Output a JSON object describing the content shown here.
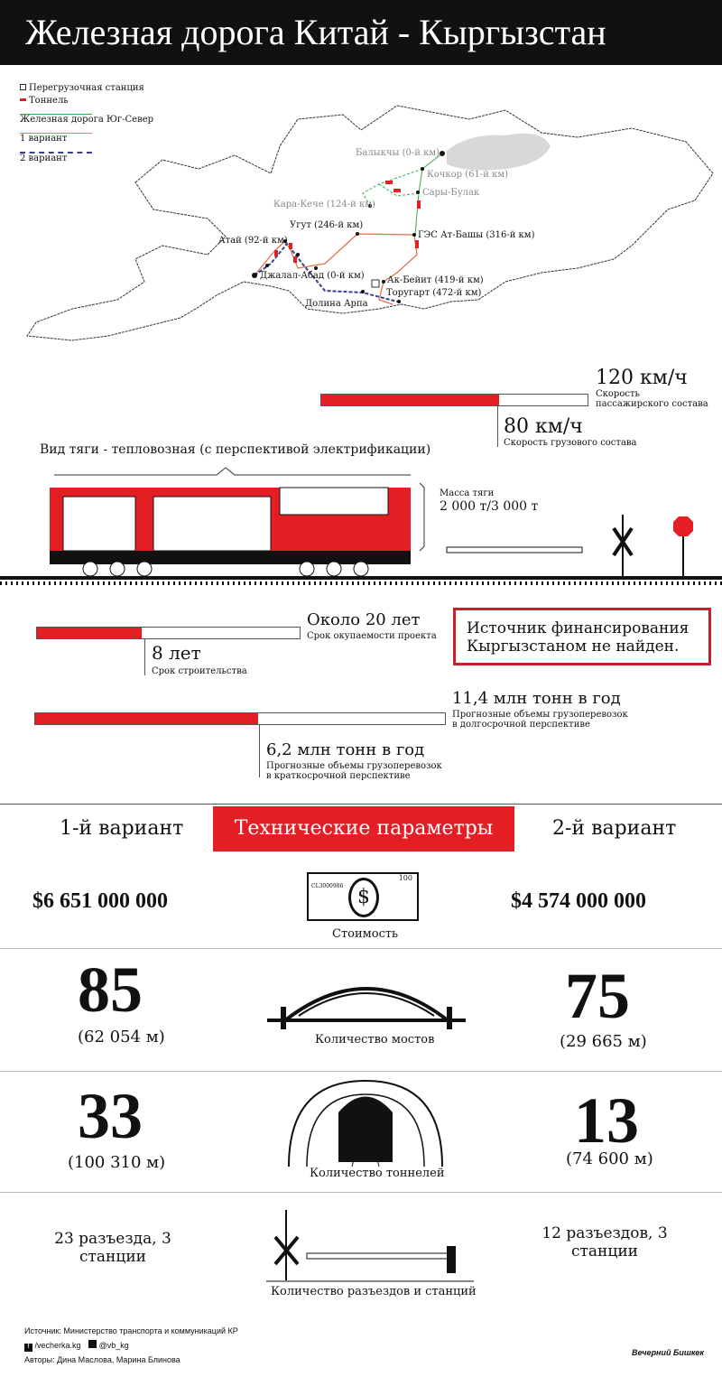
{
  "title": "Железная дорога Китай - Кыргызстан",
  "legend": {
    "transfer": "Перегрузочная станция",
    "tunnel": "Тоннель",
    "north_south": "Железная дорога Юг-Север",
    "v1": "1 вариант",
    "v2": "2 вариант"
  },
  "map": {
    "stations": {
      "balykchy": "Балыкчы (0-й км)",
      "kochkor": "Кочкор (61-й км)",
      "sary_bulak": "Сары-Булак",
      "kara_keche": "Кара-Кече (124-й км)",
      "ges": "ГЭС Ат-Башы (316-й км)",
      "ugut": "Угут (246-й км)",
      "atai": "Атай (92-й км)",
      "jalal": "Джалал-Абад (0-й км)",
      "ak_beyit": "Ак-Бейит (419-й км)",
      "torugart": "Торугарт (472-й км)",
      "arpa": "Долина Арпа"
    }
  },
  "colors": {
    "accent": "#e31e24",
    "green": "#3aa84a",
    "blue": "#3a3f8f"
  },
  "speed": {
    "passenger_value": "120 км/ч",
    "passenger_label": "Скорость пассажирского состава",
    "cargo_value": "80 км/ч",
    "cargo_label": "Скорость грузового состава",
    "ratio": 0.667
  },
  "traction": {
    "type": "Вид тяги - тепловозная (с перспективой электрификации)",
    "mass_label": "Масса тяги",
    "mass_value": "2 000 т/3 000 т"
  },
  "payback": {
    "value": "Около 20 лет",
    "label": "Срок окупаемости проекта",
    "build_value": "8 лет",
    "build_label": "Срок строительства",
    "ratio": 0.4
  },
  "funding": "Источник финансирования Кыргызстаном не найден.",
  "cargo": {
    "long_value": "11,4 млн тонн в год",
    "long_label": "Прогнозные объемы грузоперевозок в долгосрочной перспективе",
    "short_value": "6,2 млн тонн в год",
    "short_label": "Прогнозные объемы грузоперевозок в краткосрочной перспективе",
    "ratio": 0.544
  },
  "params": {
    "v1": "1-й вариант",
    "title": "Технические параметры",
    "v2": "2-й вариант"
  },
  "cost": {
    "v1": "$6 651 000 000",
    "label": "Стоимость",
    "v2": "$4  574 000 000",
    "note_num": "100",
    "note_serial": "CL3000986"
  },
  "bridges": {
    "v1": "85",
    "v1_len": "(62 054 м)",
    "label": "Количество мостов",
    "v2": "75",
    "v2_len": "(29 665 м)"
  },
  "tunnels": {
    "v1": "33",
    "v1_len": "(100 310 м)",
    "label": "Количество тоннелей",
    "v2": "13",
    "v2_len": "(74 600 м)"
  },
  "sidings": {
    "v1": "23 разъезда, 3 станции",
    "label": "Количество разъездов и станций",
    "v2": "12 разъездов, 3 станции"
  },
  "footer": {
    "source": "Источник: Министерство транспорта и коммуникаций КР",
    "facebook": "/vecherka.kg",
    "twitter": "@vb_kg",
    "authors": "Авторы: Дина Маслова, Марина Блинова",
    "logo": "Вечерний Бишкек"
  }
}
